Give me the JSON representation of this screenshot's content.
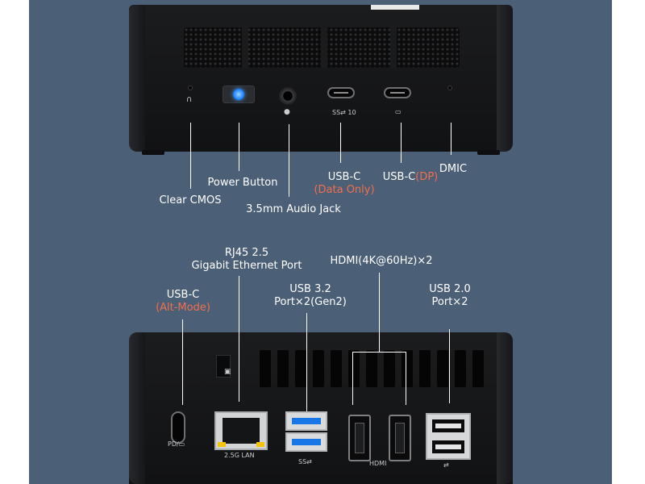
{
  "colors": {
    "panel_bg": "#4b5f77",
    "label_text": "#ffffff",
    "accent_text": "#f26f4d",
    "power_led": "#1f86ff"
  },
  "icons": [
    "headphone-reset-icon",
    "power-icon",
    "microphone-icon",
    "display-icon",
    "lock-icon",
    "usb-icon"
  ],
  "front_labels": {
    "clear_cmos": "Clear CMOS",
    "power_button": "Power Button",
    "audio_jack": "3.5mm Audio Jack",
    "usbc_data": {
      "name": "USB-C",
      "note": "(Data Only)"
    },
    "usbc_dp": {
      "name": "USB-C",
      "note": "(DP)"
    },
    "dmic": "DMIC"
  },
  "front_port_marks": {
    "usbc_data": "SS⇄ 10",
    "usbc_dp": "▭"
  },
  "rear_labels": {
    "usbc_alt": {
      "name": "USB-C",
      "note": "(Alt-Mode)"
    },
    "rj45": {
      "line1": "RJ45 2.5",
      "line2": "Gigabit Ethernet Port"
    },
    "usb32": {
      "line1": "USB 3.2",
      "line2": "Port×2(Gen2)"
    },
    "hdmi": "HDMI(4K@60Hz)×2",
    "usb20": {
      "line1": "USB 2.0",
      "line2": "Port×2"
    }
  },
  "rear_port_marks": {
    "usbc": "PD/▭",
    "lan": "2.5G LAN",
    "usb3": "SS⇄",
    "hdmi": "HDMI",
    "usb2": "⇄"
  }
}
